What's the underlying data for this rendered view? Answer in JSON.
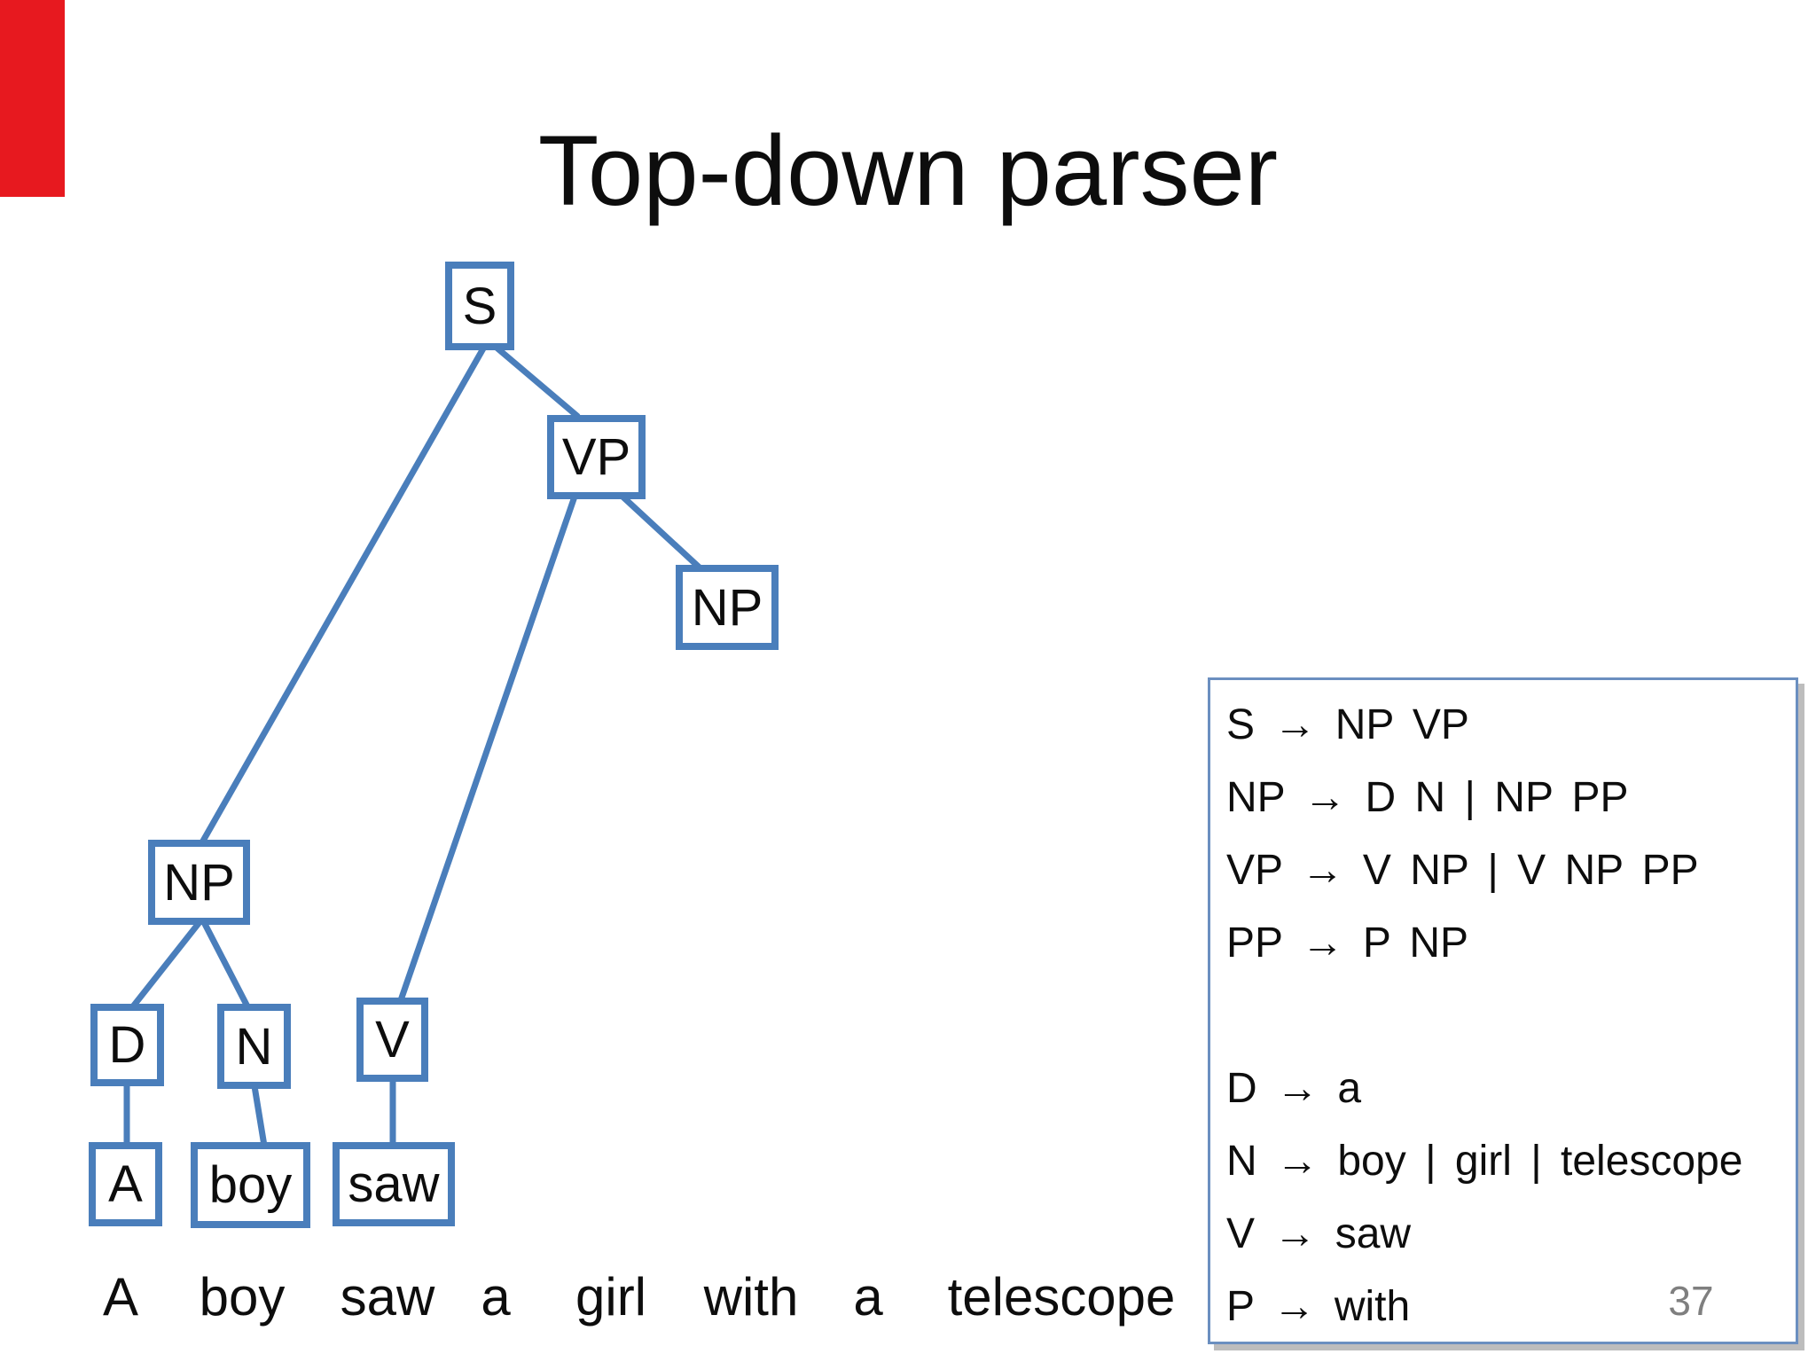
{
  "slide": {
    "title": "Top-down parser",
    "page_number": "37",
    "background_color": "#ffffff",
    "accent_bar_color": "#e7191f"
  },
  "tree": {
    "box_border_color": "#4a7ebb",
    "edge_color": "#4a7ebb",
    "nodes": [
      {
        "id": "S",
        "label": "S"
      },
      {
        "id": "VP",
        "label": "VP"
      },
      {
        "id": "NP-object",
        "label": "NP"
      },
      {
        "id": "NP-subject",
        "label": "NP"
      },
      {
        "id": "D",
        "label": "D"
      },
      {
        "id": "N",
        "label": "N"
      },
      {
        "id": "V",
        "label": "V"
      },
      {
        "id": "A",
        "label": "A"
      },
      {
        "id": "boy",
        "label": "boy"
      },
      {
        "id": "saw",
        "label": "saw"
      }
    ],
    "edges": [
      {
        "from": "S",
        "to": "NP-subject"
      },
      {
        "from": "S",
        "to": "VP"
      },
      {
        "from": "VP",
        "to": "V"
      },
      {
        "from": "VP",
        "to": "NP-object"
      },
      {
        "from": "NP-subject",
        "to": "D"
      },
      {
        "from": "NP-subject",
        "to": "N"
      },
      {
        "from": "D",
        "to": "A"
      },
      {
        "from": "N",
        "to": "boy"
      },
      {
        "from": "V",
        "to": "saw"
      }
    ]
  },
  "sentence": {
    "words": [
      "A",
      "boy",
      "saw",
      "a",
      "girl",
      "with",
      "a",
      "telescope"
    ]
  },
  "grammar": {
    "border_color": "#6b8fc0",
    "rules": [
      "S → NP VP",
      "NP → D N | NP PP",
      "VP → V NP | V NP PP",
      "PP → P NP",
      "",
      "D → a",
      "N → boy | girl | telescope",
      "V → saw",
      "P → with"
    ]
  }
}
